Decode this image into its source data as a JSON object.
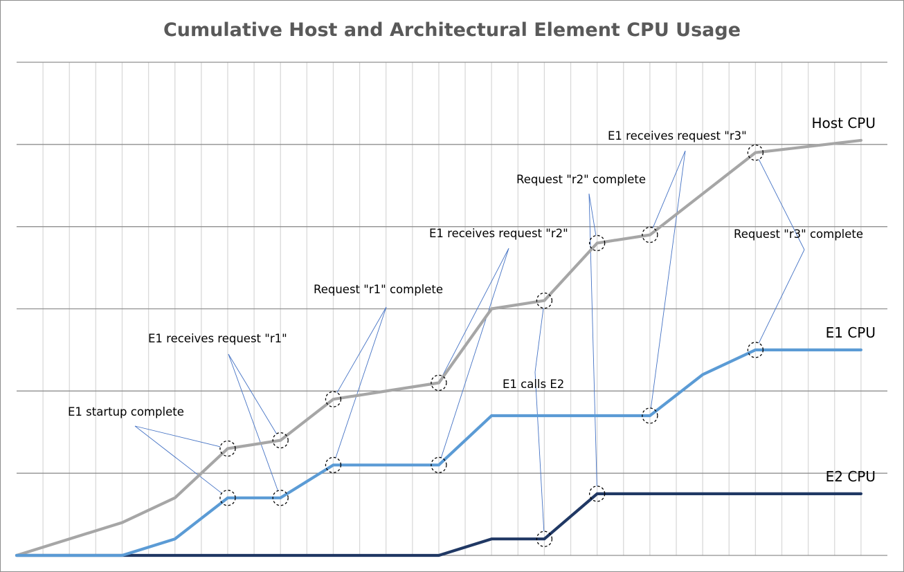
{
  "chart_data": {
    "type": "line",
    "title": "Cumulative Host and Architectural Element CPU Usage",
    "xlabel": "",
    "ylabel": "",
    "x": [
      0,
      1,
      2,
      3,
      4,
      5,
      6,
      7,
      8,
      9,
      10,
      11,
      12,
      13,
      14,
      15,
      16,
      17,
      18,
      19,
      20,
      21,
      22,
      23,
      24,
      25,
      26,
      27,
      28,
      29,
      30,
      31,
      32
    ],
    "xlim": [
      0,
      33
    ],
    "ylim": [
      0,
      6
    ],
    "grid": true,
    "series": [
      {
        "name": "Host CPU",
        "color": "#a6a6a6",
        "x": [
          0,
          4,
          6,
          8,
          10,
          12,
          16,
          18,
          20,
          22,
          24,
          26,
          28,
          32
        ],
        "y": [
          0,
          0.4,
          0.7,
          1.3,
          1.4,
          1.9,
          2.1,
          3.0,
          3.1,
          3.8,
          3.9,
          4.4,
          4.9,
          5.05
        ]
      },
      {
        "name": "E1 CPU",
        "color": "#5b9bd5",
        "x": [
          0,
          4,
          6,
          8,
          10,
          12,
          16,
          18,
          20,
          24,
          26,
          28,
          32
        ],
        "y": [
          0,
          0,
          0.2,
          0.7,
          0.7,
          1.1,
          1.1,
          1.7,
          1.7,
          1.7,
          2.2,
          2.5,
          2.5
        ]
      },
      {
        "name": "E2 CPU",
        "color": "#203864",
        "x": [
          0,
          16,
          18,
          20,
          22,
          32
        ],
        "y": [
          0,
          0,
          0.2,
          0.2,
          0.75,
          0.75
        ]
      }
    ],
    "annotations": [
      {
        "text": "E1 startup complete",
        "points": [
          [
            8,
            1.3
          ],
          [
            8,
            0.7
          ]
        ]
      },
      {
        "text": "E1 receives request \"r1\"",
        "points": [
          [
            10,
            1.4
          ],
          [
            10,
            0.7
          ]
        ]
      },
      {
        "text": "Request \"r1\" complete",
        "points": [
          [
            12,
            1.9
          ],
          [
            12,
            1.1
          ]
        ]
      },
      {
        "text": "E1 receives request \"r2\"",
        "points": [
          [
            16,
            2.1
          ],
          [
            16,
            1.1
          ]
        ]
      },
      {
        "text": "E1 calls E2",
        "points": [
          [
            20,
            3.1
          ],
          [
            20,
            0.2
          ]
        ]
      },
      {
        "text": "Request \"r2\" complete",
        "points": [
          [
            22,
            3.8
          ],
          [
            22,
            0.75
          ]
        ]
      },
      {
        "text": "E1 receives request \"r3\"",
        "points": [
          [
            24,
            3.9
          ],
          [
            24,
            1.7
          ]
        ]
      },
      {
        "text": "Request \"r3\" complete",
        "points": [
          [
            28,
            4.9
          ],
          [
            28,
            2.5
          ]
        ]
      }
    ]
  }
}
